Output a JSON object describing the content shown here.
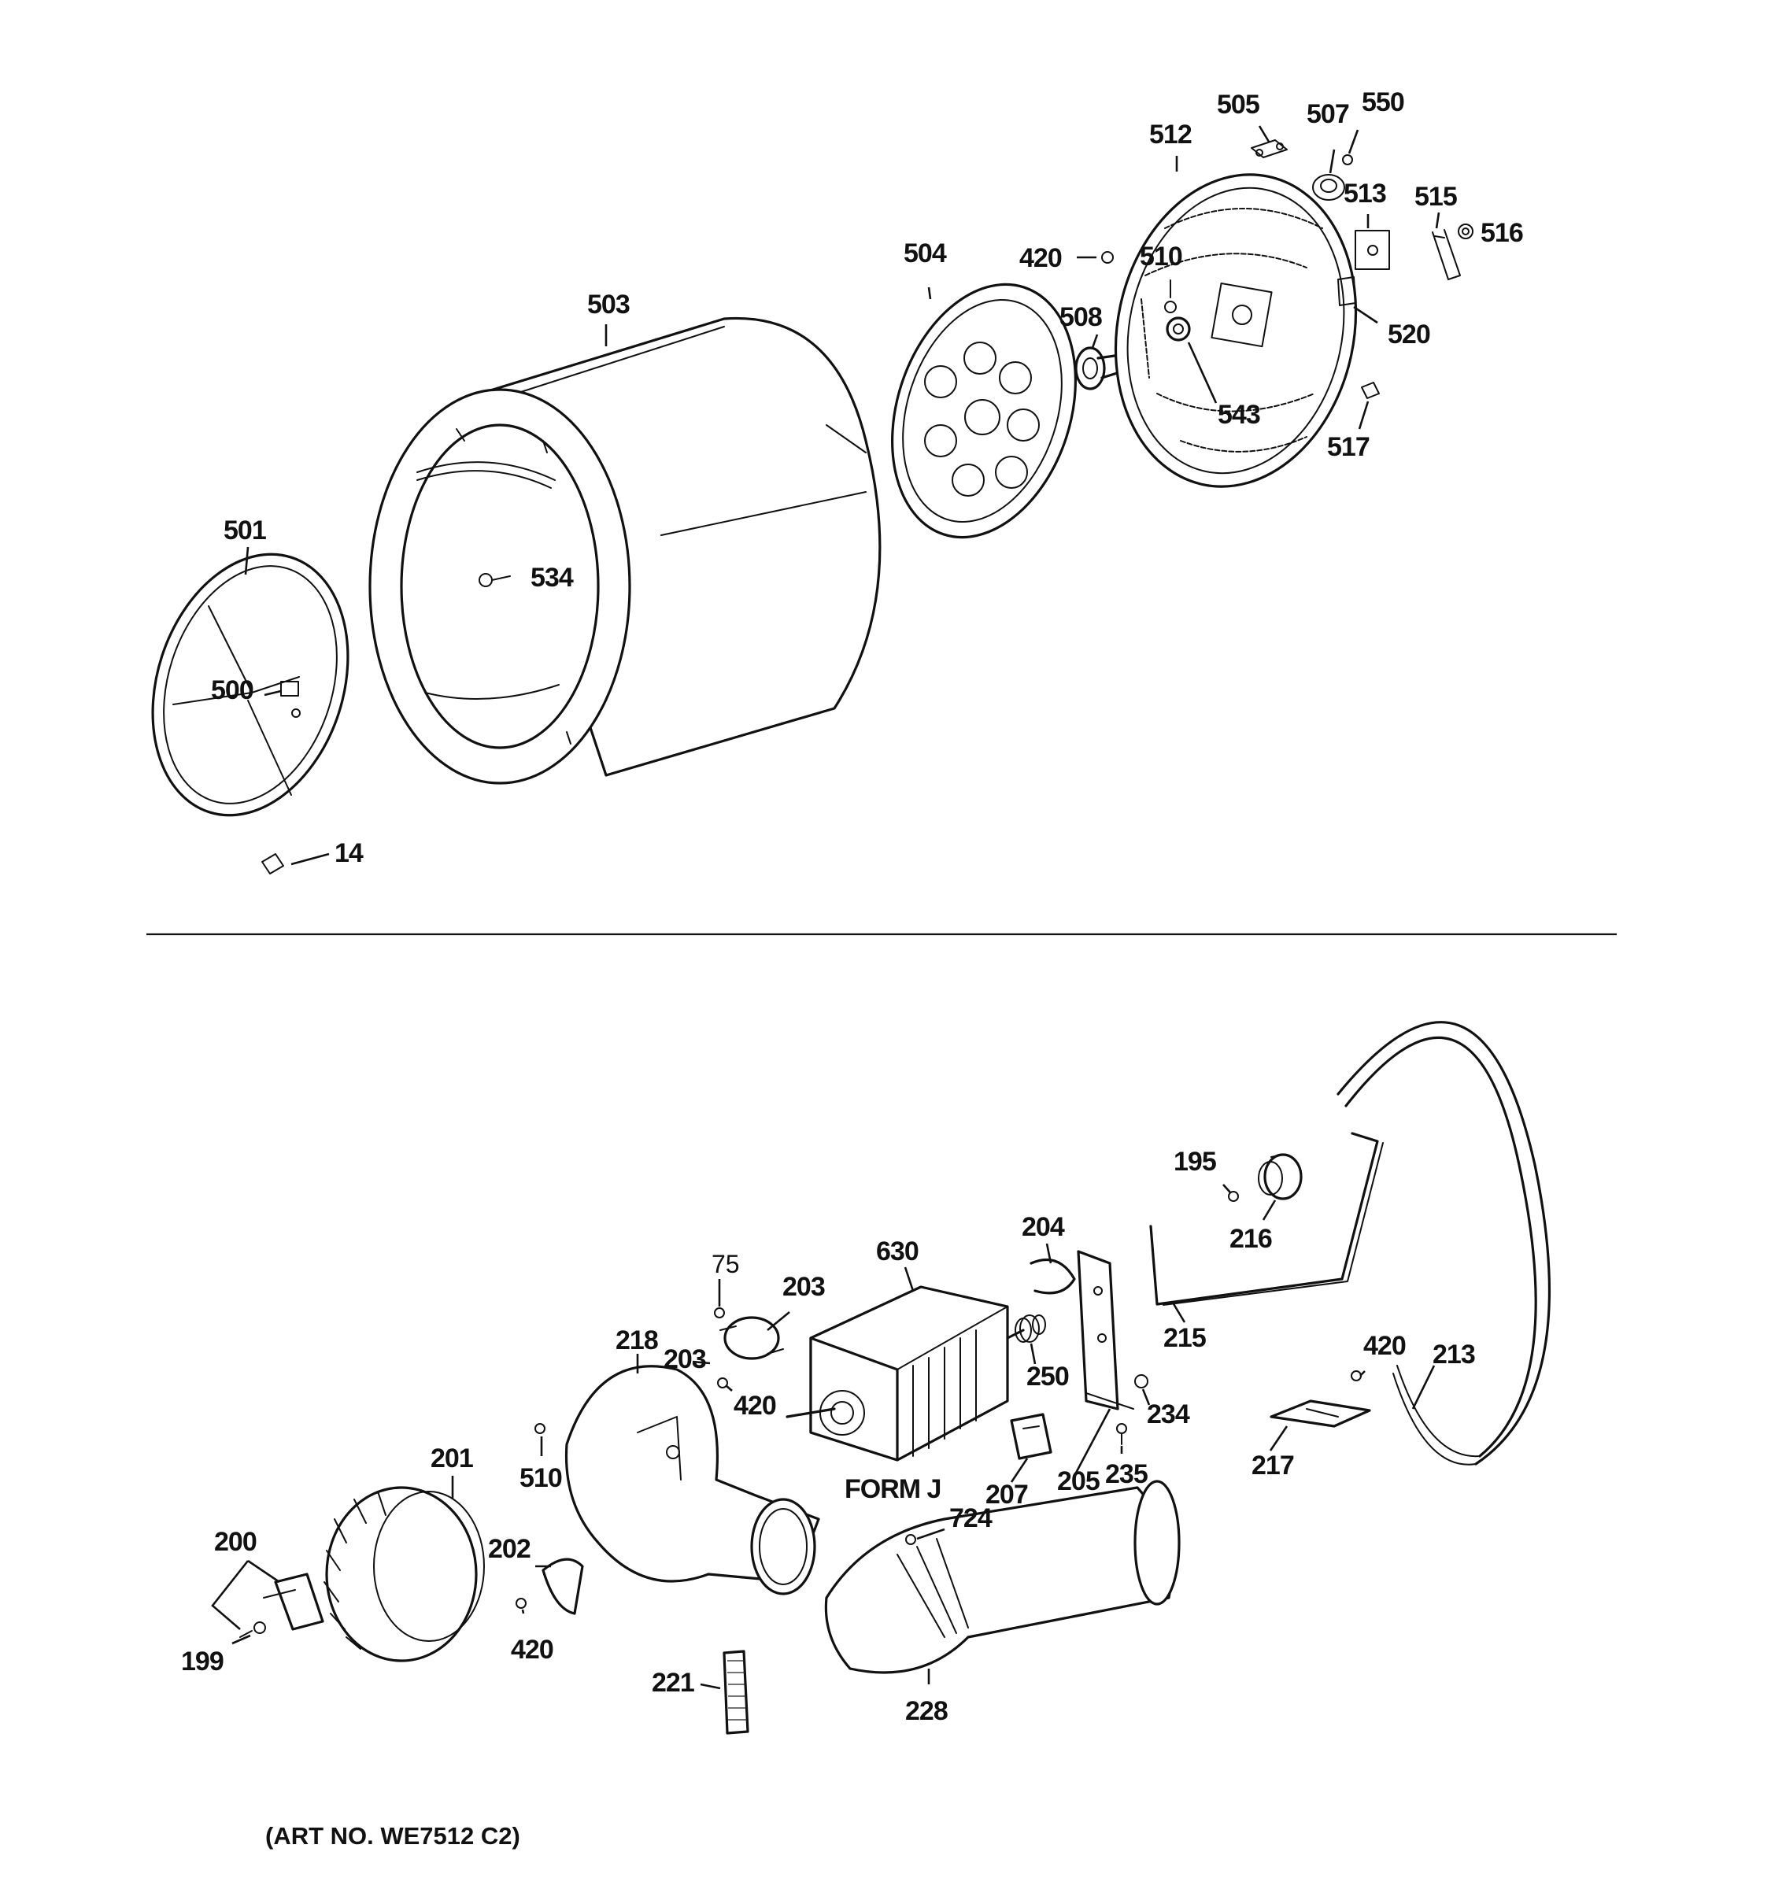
{
  "diagram": {
    "top_labels": {
      "p505": "505",
      "p507": "507",
      "p550": "550",
      "p512": "512",
      "p513": "513",
      "p515": "515",
      "p516": "516",
      "p504": "504",
      "p420a": "420",
      "p510a": "510",
      "p503": "503",
      "p508": "508",
      "p520": "520",
      "p543": "543",
      "p517": "517",
      "p501": "501",
      "p534": "534",
      "p500": "500",
      "p14": "14"
    },
    "bottom_labels": {
      "p195": "195",
      "p216": "216",
      "p204": "204",
      "p630": "630",
      "p75": "75",
      "p203a": "203",
      "p203b": "203",
      "p218": "218",
      "p250": "250",
      "p420b": "420",
      "p215": "215",
      "p420c": "420",
      "p213": "213",
      "p234": "234",
      "p201": "201",
      "p510b": "510",
      "p205": "205",
      "p235": "235",
      "p207": "207",
      "p217": "217",
      "p200": "200",
      "p202": "202",
      "p724": "724",
      "p199": "199",
      "p420d": "420",
      "p221": "221",
      "p228": "228"
    },
    "form_label": "FORM J",
    "art_number": "(ART NO. WE7512 C2)"
  }
}
